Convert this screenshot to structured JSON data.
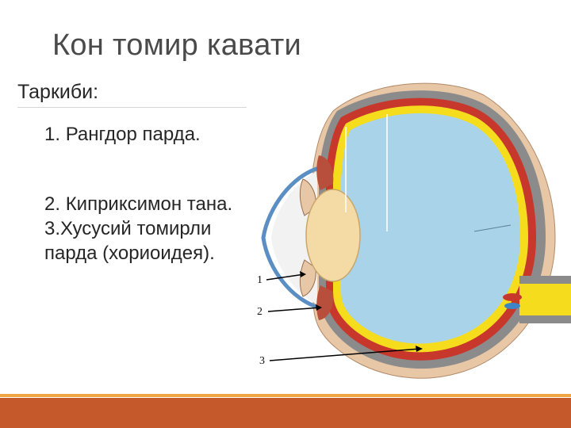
{
  "slide": {
    "title": "Кон томир кавати",
    "subtitle": "Таркиби:",
    "items": [
      {
        "number": "1.",
        "text": "Рангдор парда."
      },
      {
        "number": "2.",
        "text": "Киприксимон тана.  3.Хусусий томирли парда (хориоидея)."
      }
    ]
  },
  "diagram": {
    "callouts": [
      "1",
      "2",
      "3"
    ]
  },
  "colors": {
    "title": "#4a4a4a",
    "footer_thin": "#f0a442",
    "footer_bar": "#c5592b",
    "vitreous": "#a9d3e8",
    "lens": "#f4dba6",
    "choroid": "#c8372c",
    "retina": "#f5dd1e",
    "sclera": "#8b8b8b"
  }
}
